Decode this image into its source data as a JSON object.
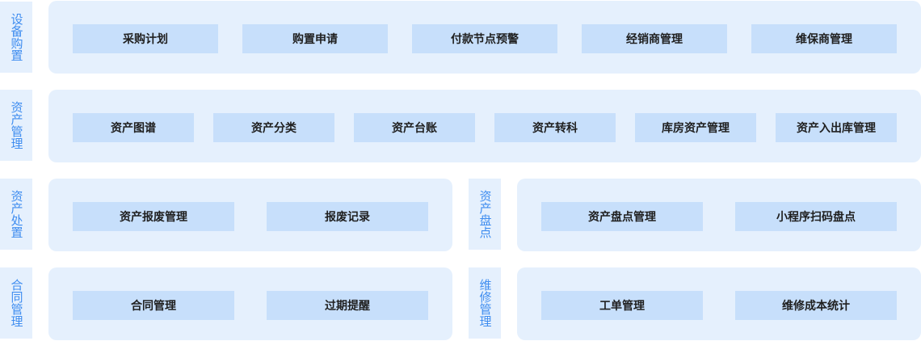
{
  "sections": {
    "procurement": {
      "label": "设备购置",
      "items": [
        "采购计划",
        "购置申请",
        "付款节点预警",
        "经销商管理",
        "维保商管理"
      ]
    },
    "asset_management": {
      "label": "资产管理",
      "items": [
        "资产图谱",
        "资产分类",
        "资产台账",
        "资产转科",
        "库房资产管理",
        "资产入出库管理"
      ]
    },
    "asset_disposal": {
      "label": "资产处置",
      "items": [
        "资产报废管理",
        "报废记录"
      ]
    },
    "asset_inventory": {
      "label": "资产盘点",
      "items": [
        "资产盘点管理",
        "小程序扫码盘点"
      ]
    },
    "contract_management": {
      "label": "合同管理",
      "items": [
        "合同管理",
        "过期提醒"
      ]
    },
    "maintenance_management": {
      "label": "维修管理",
      "items": [
        "工单管理",
        "维修成本统计"
      ]
    }
  },
  "colors": {
    "panel_bg": "#e5f0fd",
    "button_bg": "#c7dffb",
    "label_text": "#3f8df0",
    "button_text": "#1f1f1f"
  }
}
